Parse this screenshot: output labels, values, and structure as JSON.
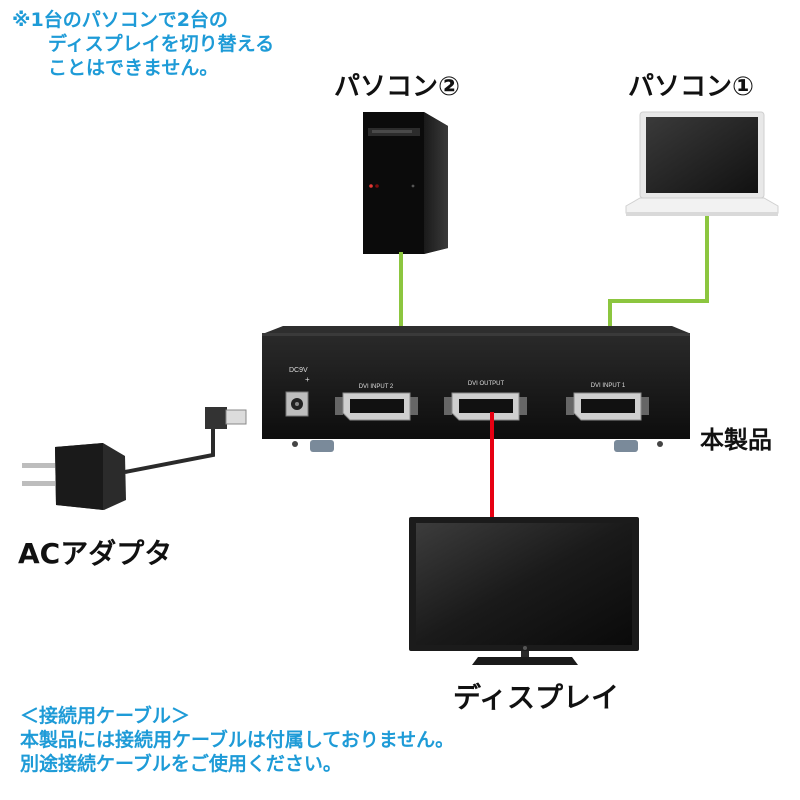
{
  "top_note": {
    "lines": [
      "※1台のパソコンで2台の",
      "ディスプレイを切り替える",
      "ことはできません。"
    ]
  },
  "labels": {
    "pc2": "パソコン②",
    "pc1": "パソコン①",
    "product": "本製品",
    "ac_adapter": "ACアダプタ",
    "display": "ディスプレイ"
  },
  "switch_panel": {
    "dc_label": "DC9V",
    "polarity": "+",
    "port_input2": "DVI INPUT 2",
    "port_output": "DVI OUTPUT",
    "port_input1": "DVI INPUT 1"
  },
  "bottom_note": {
    "lines": [
      "＜接続用ケーブル＞",
      "本製品には接続用ケーブルは付属しておりません。",
      "別途接続ケーブルをご使用ください。"
    ]
  },
  "colors": {
    "note_text": "#1e9bd7",
    "input_cable": "#8cc63f",
    "output_cable": "#e60012"
  }
}
